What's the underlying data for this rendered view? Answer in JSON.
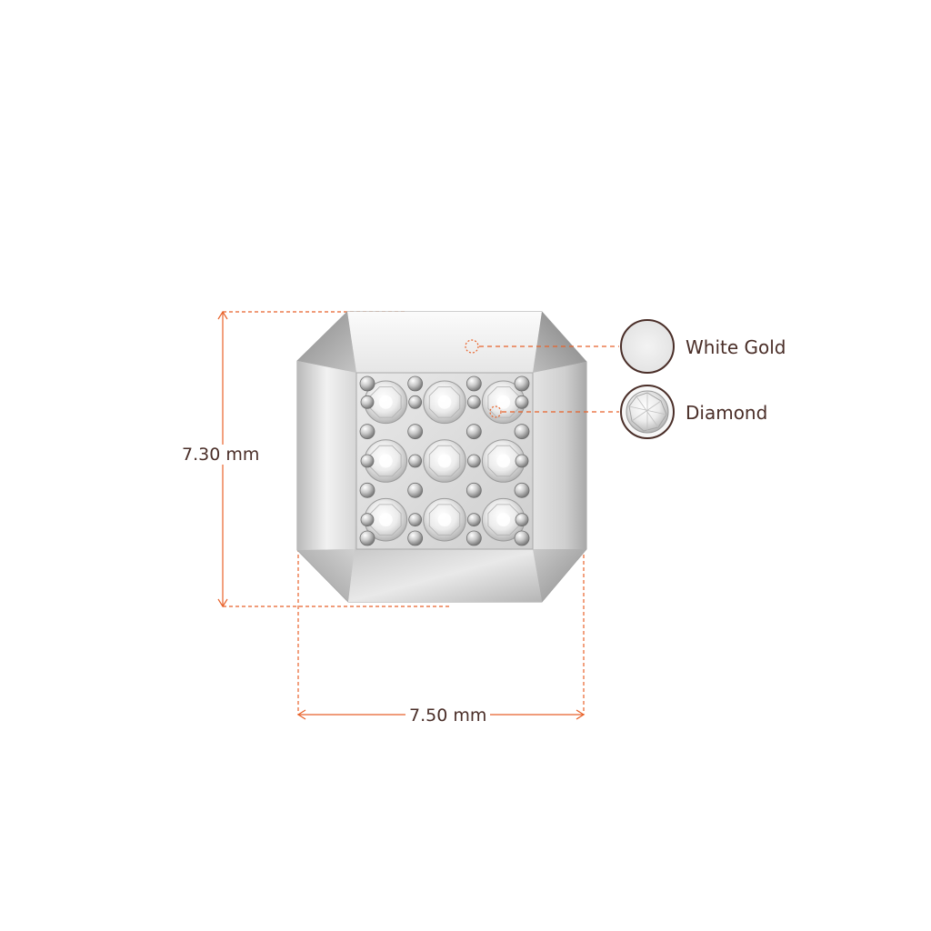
{
  "dimensions": {
    "height_label": "7.30 mm",
    "width_label": "7.50 mm"
  },
  "legend": {
    "items": [
      {
        "label": "White Gold",
        "swatch": "white-gold"
      },
      {
        "label": "Diamond",
        "swatch": "diamond"
      }
    ]
  },
  "colors": {
    "accent": "#e8622a",
    "text": "#4a2e28",
    "metal_light": "#f4f4f4",
    "metal_mid": "#d2d2d2",
    "metal_dark": "#8f8f8f"
  },
  "gems": {
    "rows": 3,
    "cols": 3
  }
}
